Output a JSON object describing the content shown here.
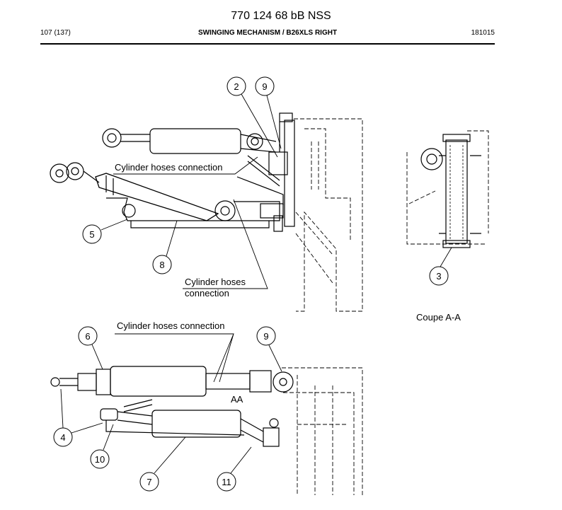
{
  "header": {
    "doc_number": "770 124 68 bB NSS",
    "page": "107 (137)",
    "section": "SWINGING MECHANISM / B26XLS RIGHT",
    "date_code": "181015"
  },
  "labels": {
    "hoses_top": "Cylinder hoses connection",
    "hoses_mid_1": "Cylinder hoses",
    "hoses_mid_2": "connection",
    "hoses_bottom": "Cylinder hoses connection",
    "aa": "AA",
    "section_view": "Coupe A-A"
  },
  "callouts": {
    "c2": "2",
    "c9a": "9",
    "c5": "5",
    "c8": "8",
    "c3": "3",
    "c6": "6",
    "c9b": "9",
    "c4": "4",
    "c10": "10",
    "c7": "7",
    "c11": "11"
  }
}
